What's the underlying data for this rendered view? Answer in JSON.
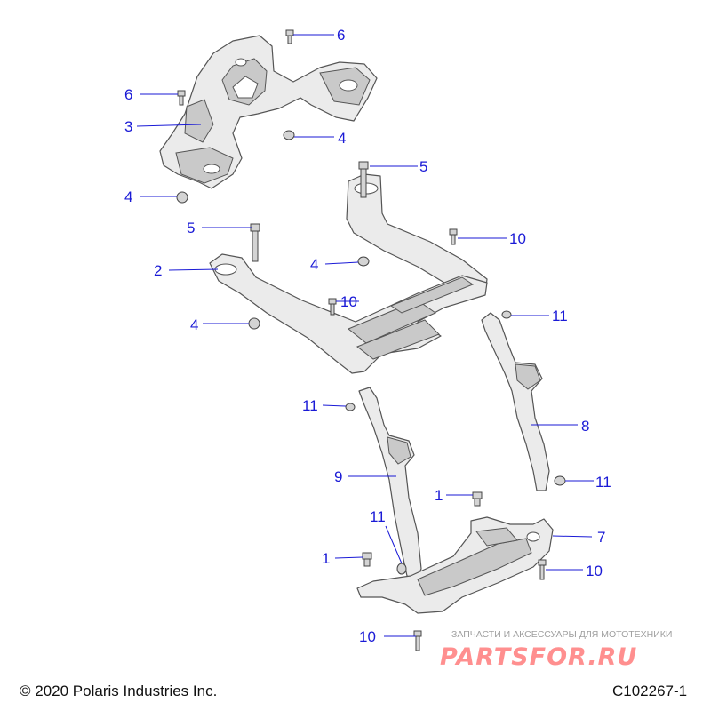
{
  "callouts": {
    "c6_top": "6",
    "c6_left": "6",
    "c3": "3",
    "c4_upper": "4",
    "c5_upper": "5",
    "c4_left_upper": "4",
    "c5_left": "5",
    "c10_right_upper": "10",
    "c2": "2",
    "c4_center": "4",
    "c10_center": "10",
    "c11_upper_right": "11",
    "c4_left_lower": "4",
    "c11_left": "11",
    "c8": "8",
    "c9": "9",
    "c11_lower_right": "11",
    "c1_center": "1",
    "c11_bottom": "11",
    "c7": "7",
    "c1_left": "1",
    "c10_right_lower": "10",
    "c10_bottom": "10"
  },
  "footer": {
    "copyright": "© 2020 Polaris Industries Inc.",
    "code": "C102267-1"
  },
  "watermark": {
    "tagline": "ЗАПЧАСТИ И АКСЕССУАРЫ ДЛЯ МОТОТЕХНИКИ",
    "brand": "PARTSFOR.RU"
  },
  "colors": {
    "callout": "#1a1ad6",
    "part_fill": "#ebebeb",
    "outline": "#555555",
    "watermark_brand": "#ff8a8a"
  }
}
